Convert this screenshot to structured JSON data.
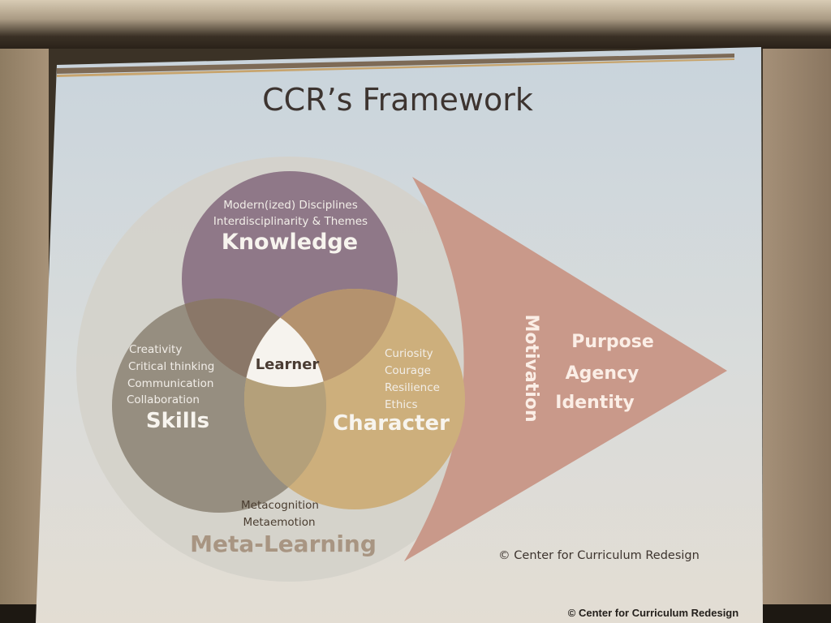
{
  "slide": {
    "title": "CCR’s Framework",
    "knowledge": {
      "items": [
        "Modern(ized) Disciplines",
        "Interdisciplinarity & Themes"
      ],
      "label": "Knowledge"
    },
    "skills": {
      "items": [
        "Creativity",
        "Critical thinking",
        "Communication",
        "Collaboration"
      ],
      "label": "Skills"
    },
    "character": {
      "items": [
        "Curiosity",
        "Courage",
        "Resilience",
        "Ethics"
      ],
      "label": "Character"
    },
    "center_label": "Learner",
    "meta_learning": {
      "items": [
        "Metacognition",
        "Metaemotion"
      ],
      "label": "Meta-Learning"
    },
    "motivation": {
      "label": "Motivation",
      "items": [
        "Purpose",
        "Agency",
        "Identity"
      ]
    },
    "copyright": "© Center for Curriculum Redesign",
    "footer": "© Center for Curriculum Redesign"
  },
  "colors": {
    "knowledge": "#8f7888",
    "skills": "#968e80",
    "character": "#cdaf7c",
    "overlap_ks": "#8a7768",
    "overlap_kc": "#b4926e",
    "overlap_sc": "#b4a07a",
    "triangle": "#c9998a",
    "outer_ring": "#d4d1ca"
  }
}
